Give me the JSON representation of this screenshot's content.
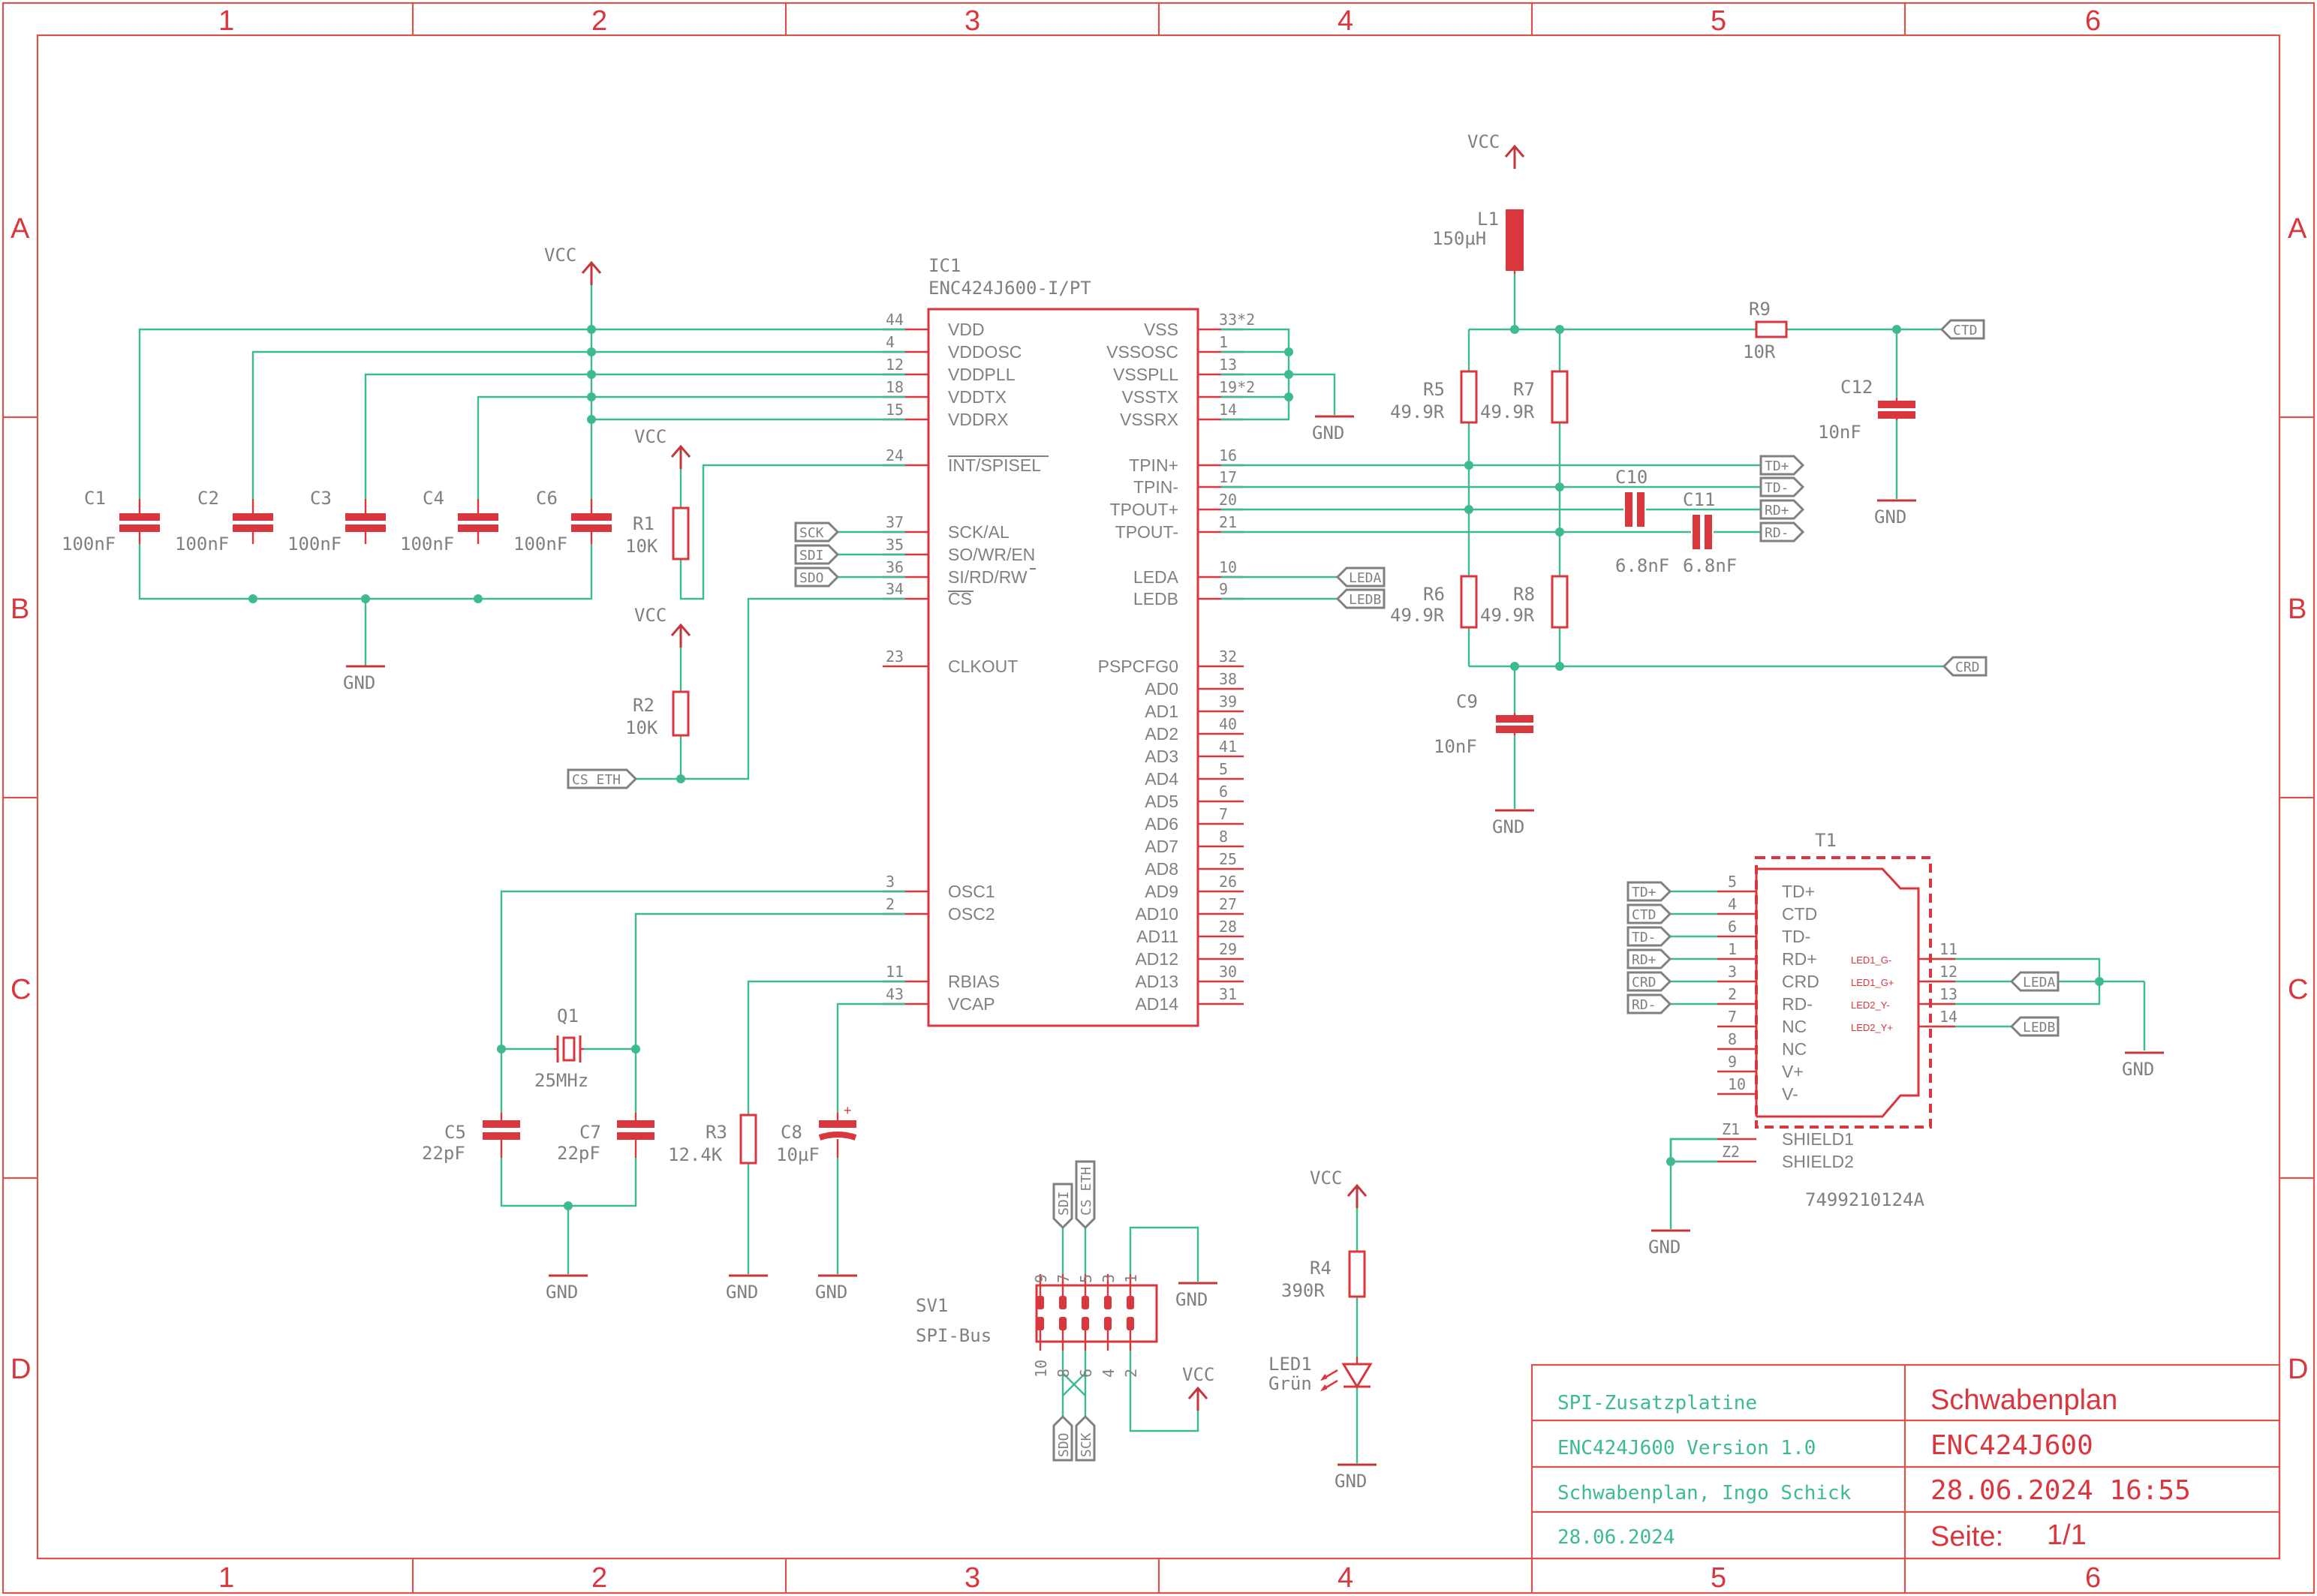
{
  "frame": {
    "columns": [
      "1",
      "2",
      "3",
      "4",
      "5",
      "6"
    ],
    "rows": [
      "A",
      "B",
      "C",
      "D"
    ]
  },
  "title_block": {
    "board": "SPI-Zusatzplatine",
    "version": "ENC424J600 Version 1.0",
    "author": "Schwabenplan, Ingo Schick",
    "date": "28.06.2024",
    "sheet_name": "Schwabenplan",
    "project": "ENC424J600",
    "timestamp": "28.06.2024 16:55",
    "page_label": "Seite:",
    "page_value": "1/1"
  },
  "ic1": {
    "ref": "IC1",
    "value": "ENC424J600-I/PT",
    "left_pins": [
      {
        "num": "44",
        "name": "VDD"
      },
      {
        "num": "4",
        "name": "VDDOSC"
      },
      {
        "num": "12",
        "name": "VDDPLL"
      },
      {
        "num": "18",
        "name": "VDDTX"
      },
      {
        "num": "15",
        "name": "VDDRX"
      },
      {
        "num": "24",
        "name": "INT/SPISEL"
      },
      {
        "num": "37",
        "name": "SCK/AL"
      },
      {
        "num": "35",
        "name": "SO/WR/EN"
      },
      {
        "num": "36",
        "name": "SI/RD/RW"
      },
      {
        "num": "34",
        "name": "CS"
      },
      {
        "num": "23",
        "name": "CLKOUT"
      },
      {
        "num": "3",
        "name": "OSC1"
      },
      {
        "num": "2",
        "name": "OSC2"
      },
      {
        "num": "11",
        "name": "RBIAS"
      },
      {
        "num": "43",
        "name": "VCAP"
      }
    ],
    "right_pins": [
      {
        "num": "33*2",
        "name": "VSS"
      },
      {
        "num": "1",
        "name": "VSSOSC"
      },
      {
        "num": "13",
        "name": "VSSPLL"
      },
      {
        "num": "19*2",
        "name": "VSSTX"
      },
      {
        "num": "14",
        "name": "VSSRX"
      },
      {
        "num": "16",
        "name": "TPIN+"
      },
      {
        "num": "17",
        "name": "TPIN-"
      },
      {
        "num": "20",
        "name": "TPOUT+"
      },
      {
        "num": "21",
        "name": "TPOUT-"
      },
      {
        "num": "10",
        "name": "LEDA"
      },
      {
        "num": "9",
        "name": "LEDB"
      },
      {
        "num": "32",
        "name": "PSPCFG0"
      },
      {
        "num": "38",
        "name": "AD0"
      },
      {
        "num": "39",
        "name": "AD1"
      },
      {
        "num": "40",
        "name": "AD2"
      },
      {
        "num": "41",
        "name": "AD3"
      },
      {
        "num": "5",
        "name": "AD4"
      },
      {
        "num": "6",
        "name": "AD5"
      },
      {
        "num": "7",
        "name": "AD6"
      },
      {
        "num": "8",
        "name": "AD7"
      },
      {
        "num": "25",
        "name": "AD8"
      },
      {
        "num": "26",
        "name": "AD9"
      },
      {
        "num": "27",
        "name": "AD10"
      },
      {
        "num": "28",
        "name": "AD11"
      },
      {
        "num": "29",
        "name": "AD12"
      },
      {
        "num": "30",
        "name": "AD13"
      },
      {
        "num": "31",
        "name": "AD14"
      }
    ]
  },
  "components": {
    "c1": {
      "ref": "C1",
      "value": "100nF"
    },
    "c2": {
      "ref": "C2",
      "value": "100nF"
    },
    "c3": {
      "ref": "C3",
      "value": "100nF"
    },
    "c4": {
      "ref": "C4",
      "value": "100nF"
    },
    "c6": {
      "ref": "C6",
      "value": "100nF"
    },
    "r1": {
      "ref": "R1",
      "value": "10K"
    },
    "r2": {
      "ref": "R2",
      "value": "10K"
    },
    "q1": {
      "ref": "Q1",
      "value": "25MHz"
    },
    "c5": {
      "ref": "C5",
      "value": "22pF"
    },
    "c7": {
      "ref": "C7",
      "value": "22pF"
    },
    "r3": {
      "ref": "R3",
      "value": "12.4K"
    },
    "c8": {
      "ref": "C8",
      "value": "10µF"
    },
    "l1": {
      "ref": "L1",
      "value": "150µH"
    },
    "r9": {
      "ref": "R9",
      "value": "10R"
    },
    "c12": {
      "ref": "C12",
      "value": "10nF"
    },
    "r5": {
      "ref": "R5",
      "value": "49.9R"
    },
    "r7": {
      "ref": "R7",
      "value": "49.9R"
    },
    "r6": {
      "ref": "R6",
      "value": "49.9R"
    },
    "r8": {
      "ref": "R8",
      "value": "49.9R"
    },
    "c10": {
      "ref": "C10",
      "value": "6.8nF"
    },
    "c11": {
      "ref": "C11",
      "value": "6.8nF"
    },
    "c9": {
      "ref": "C9",
      "value": "10nF"
    },
    "r4": {
      "ref": "R4",
      "value": "390R"
    },
    "led1": {
      "ref": "LED1",
      "value": "Grün"
    },
    "sv1": {
      "ref": "SV1",
      "value": "SPI-Bus",
      "top_pins": [
        "9",
        "7",
        "5",
        "3",
        "1"
      ],
      "bottom_pins": [
        "10",
        "8",
        "6",
        "4",
        "2"
      ]
    }
  },
  "t1": {
    "ref": "T1",
    "part": "7499210124A",
    "left_pins": [
      {
        "num": "5",
        "name": "TD+"
      },
      {
        "num": "4",
        "name": "CTD"
      },
      {
        "num": "6",
        "name": "TD-"
      },
      {
        "num": "1",
        "name": "RD+"
      },
      {
        "num": "3",
        "name": "CRD"
      },
      {
        "num": "2",
        "name": "RD-"
      },
      {
        "num": "7",
        "name": "NC"
      },
      {
        "num": "8",
        "name": "NC"
      },
      {
        "num": "9",
        "name": "V+"
      },
      {
        "num": "10",
        "name": "V-"
      }
    ],
    "shield_pins": [
      {
        "num": "Z1",
        "name": "SHIELD1"
      },
      {
        "num": "Z2",
        "name": "SHIELD2"
      }
    ],
    "led_pins": [
      {
        "num": "11",
        "name": "LED1_G-"
      },
      {
        "num": "12",
        "name": "LED1_G+"
      },
      {
        "num": "13",
        "name": "LED2_Y-"
      },
      {
        "num": "14",
        "name": "LED2_Y+"
      }
    ]
  },
  "nets": {
    "vcc": "VCC",
    "gnd": "GND",
    "sck": "SCK",
    "sdi": "SDI",
    "sdo": "SDO",
    "cs_eth": "CS_ETH",
    "ctd": "CTD",
    "crd": "CRD",
    "tdp": "TD+",
    "tdm": "TD-",
    "rdp": "RD+",
    "rdm": "RD-",
    "leda": "LEDA",
    "ledb": "LEDB"
  },
  "colors": {
    "frame": "#d9534f",
    "part": "#d9363e",
    "wire": "#3dbb8f",
    "text": "#808080"
  }
}
